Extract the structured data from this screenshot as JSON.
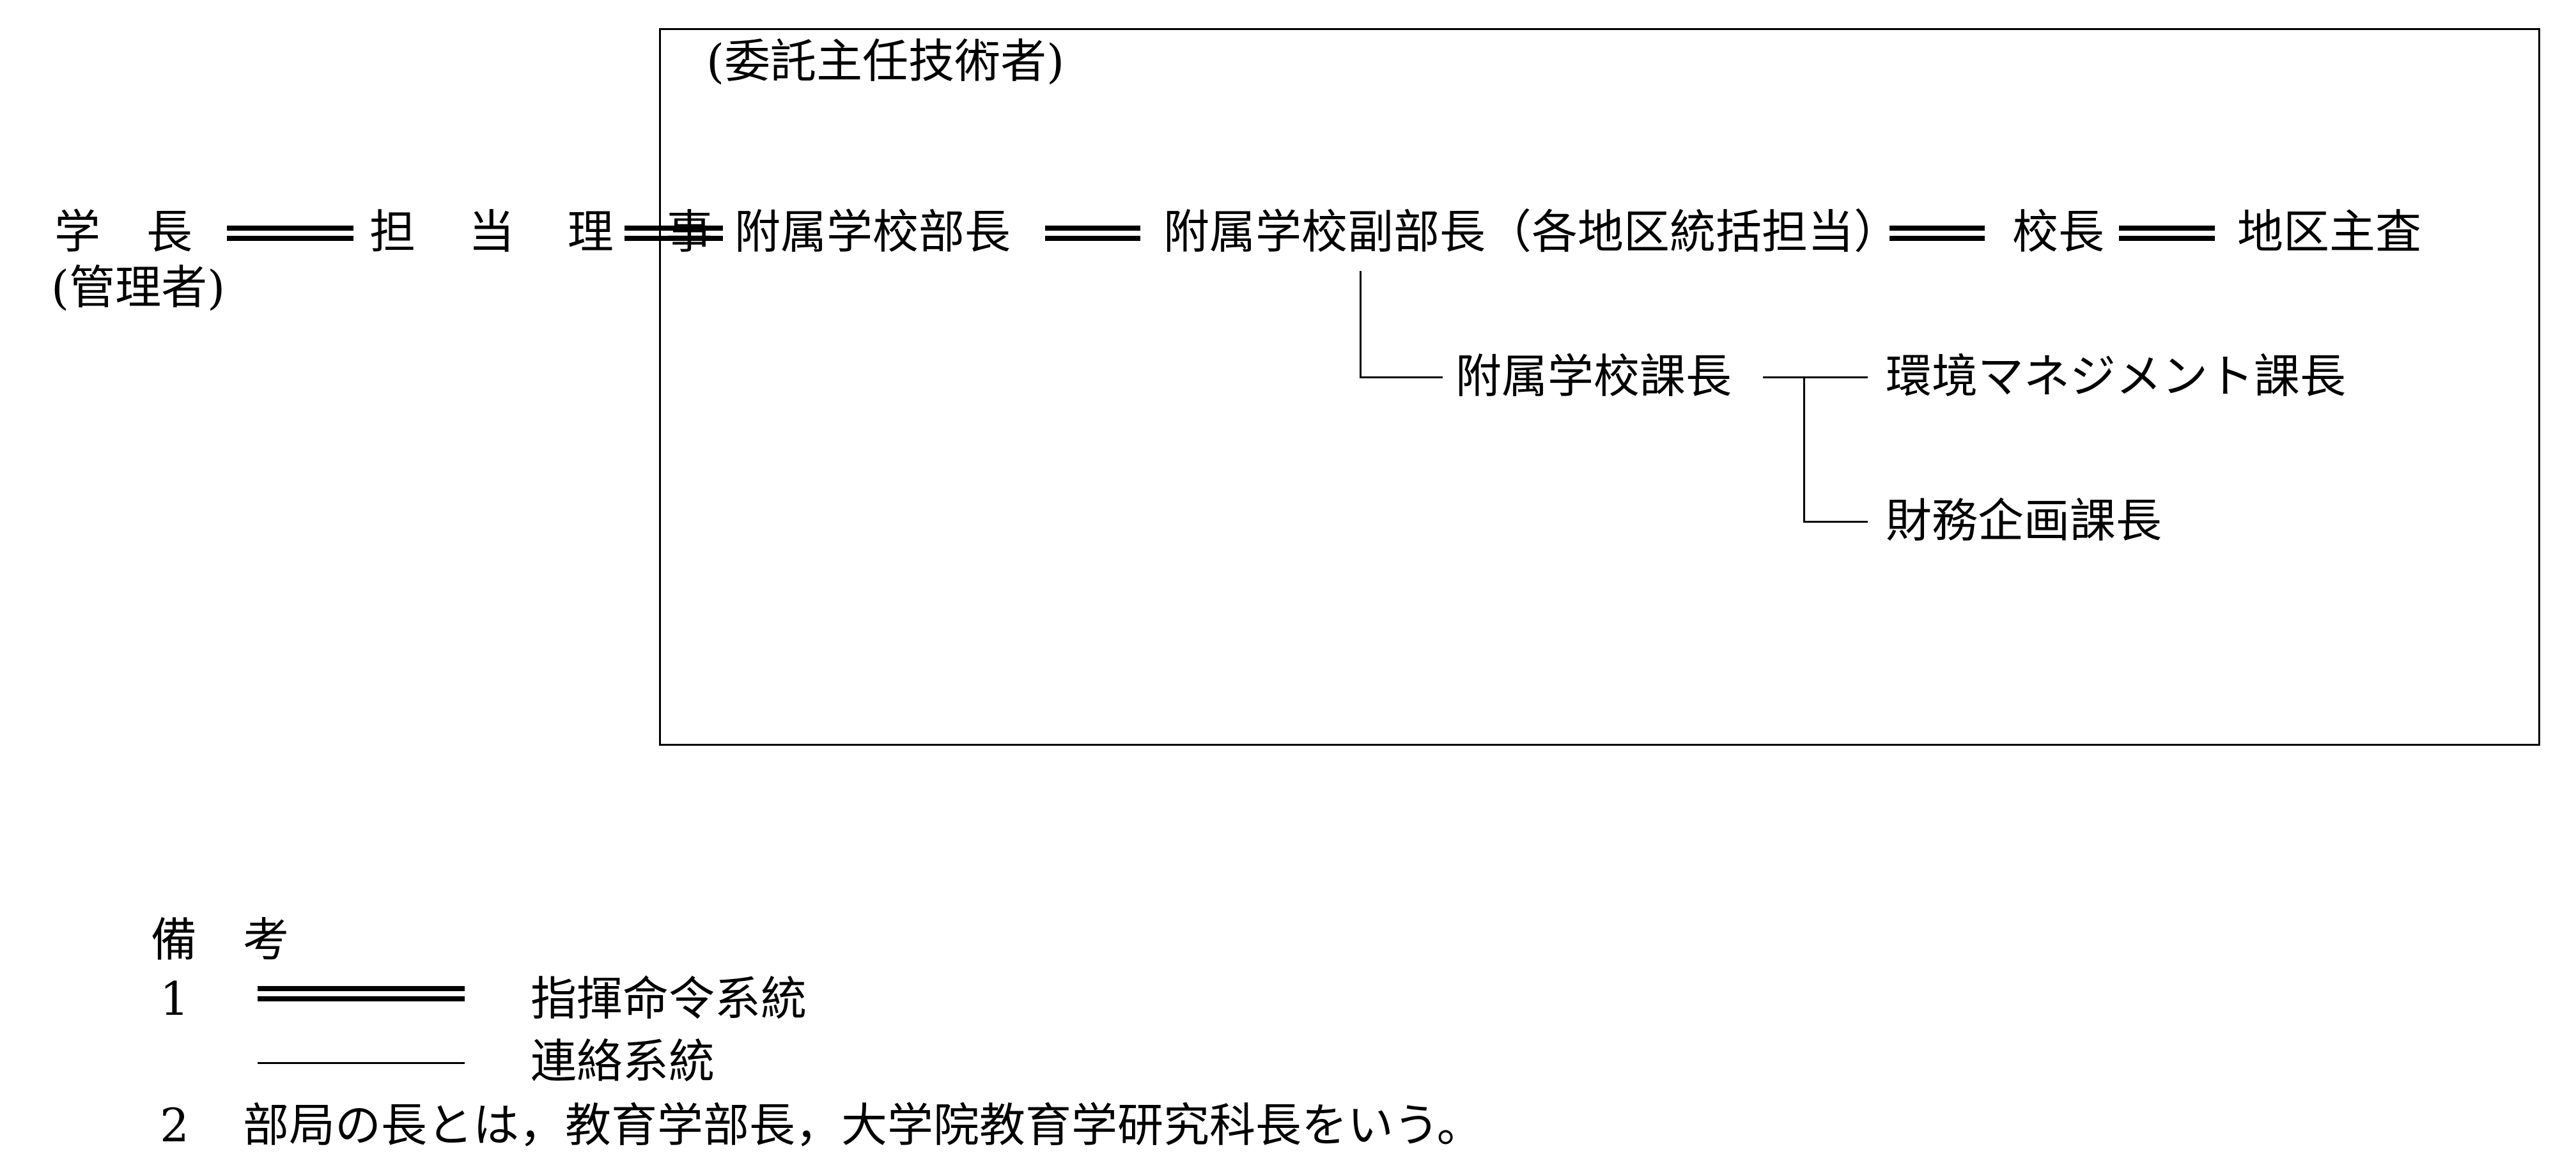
{
  "left": {
    "president": "学　長",
    "president_note": "(管理者)",
    "director": "担 当 理 事"
  },
  "box": {
    "caption": "(委託主任技術者)",
    "row1": [
      "附属学校部長",
      "附属学校副部長（各地区統括担当）",
      "校長",
      "地区主査"
    ],
    "row2": "附属学校課長",
    "branches": [
      "環境マネジメント課長",
      "財務企画課長"
    ]
  },
  "notes": {
    "heading": "備　考",
    "item1_number": "1",
    "legend_command": "指揮命令系統",
    "legend_liaison": "連絡系統",
    "item2_number": "2",
    "item2_text": "部局の長とは，教育学部長，大学院教育学研究科長をいう。"
  }
}
